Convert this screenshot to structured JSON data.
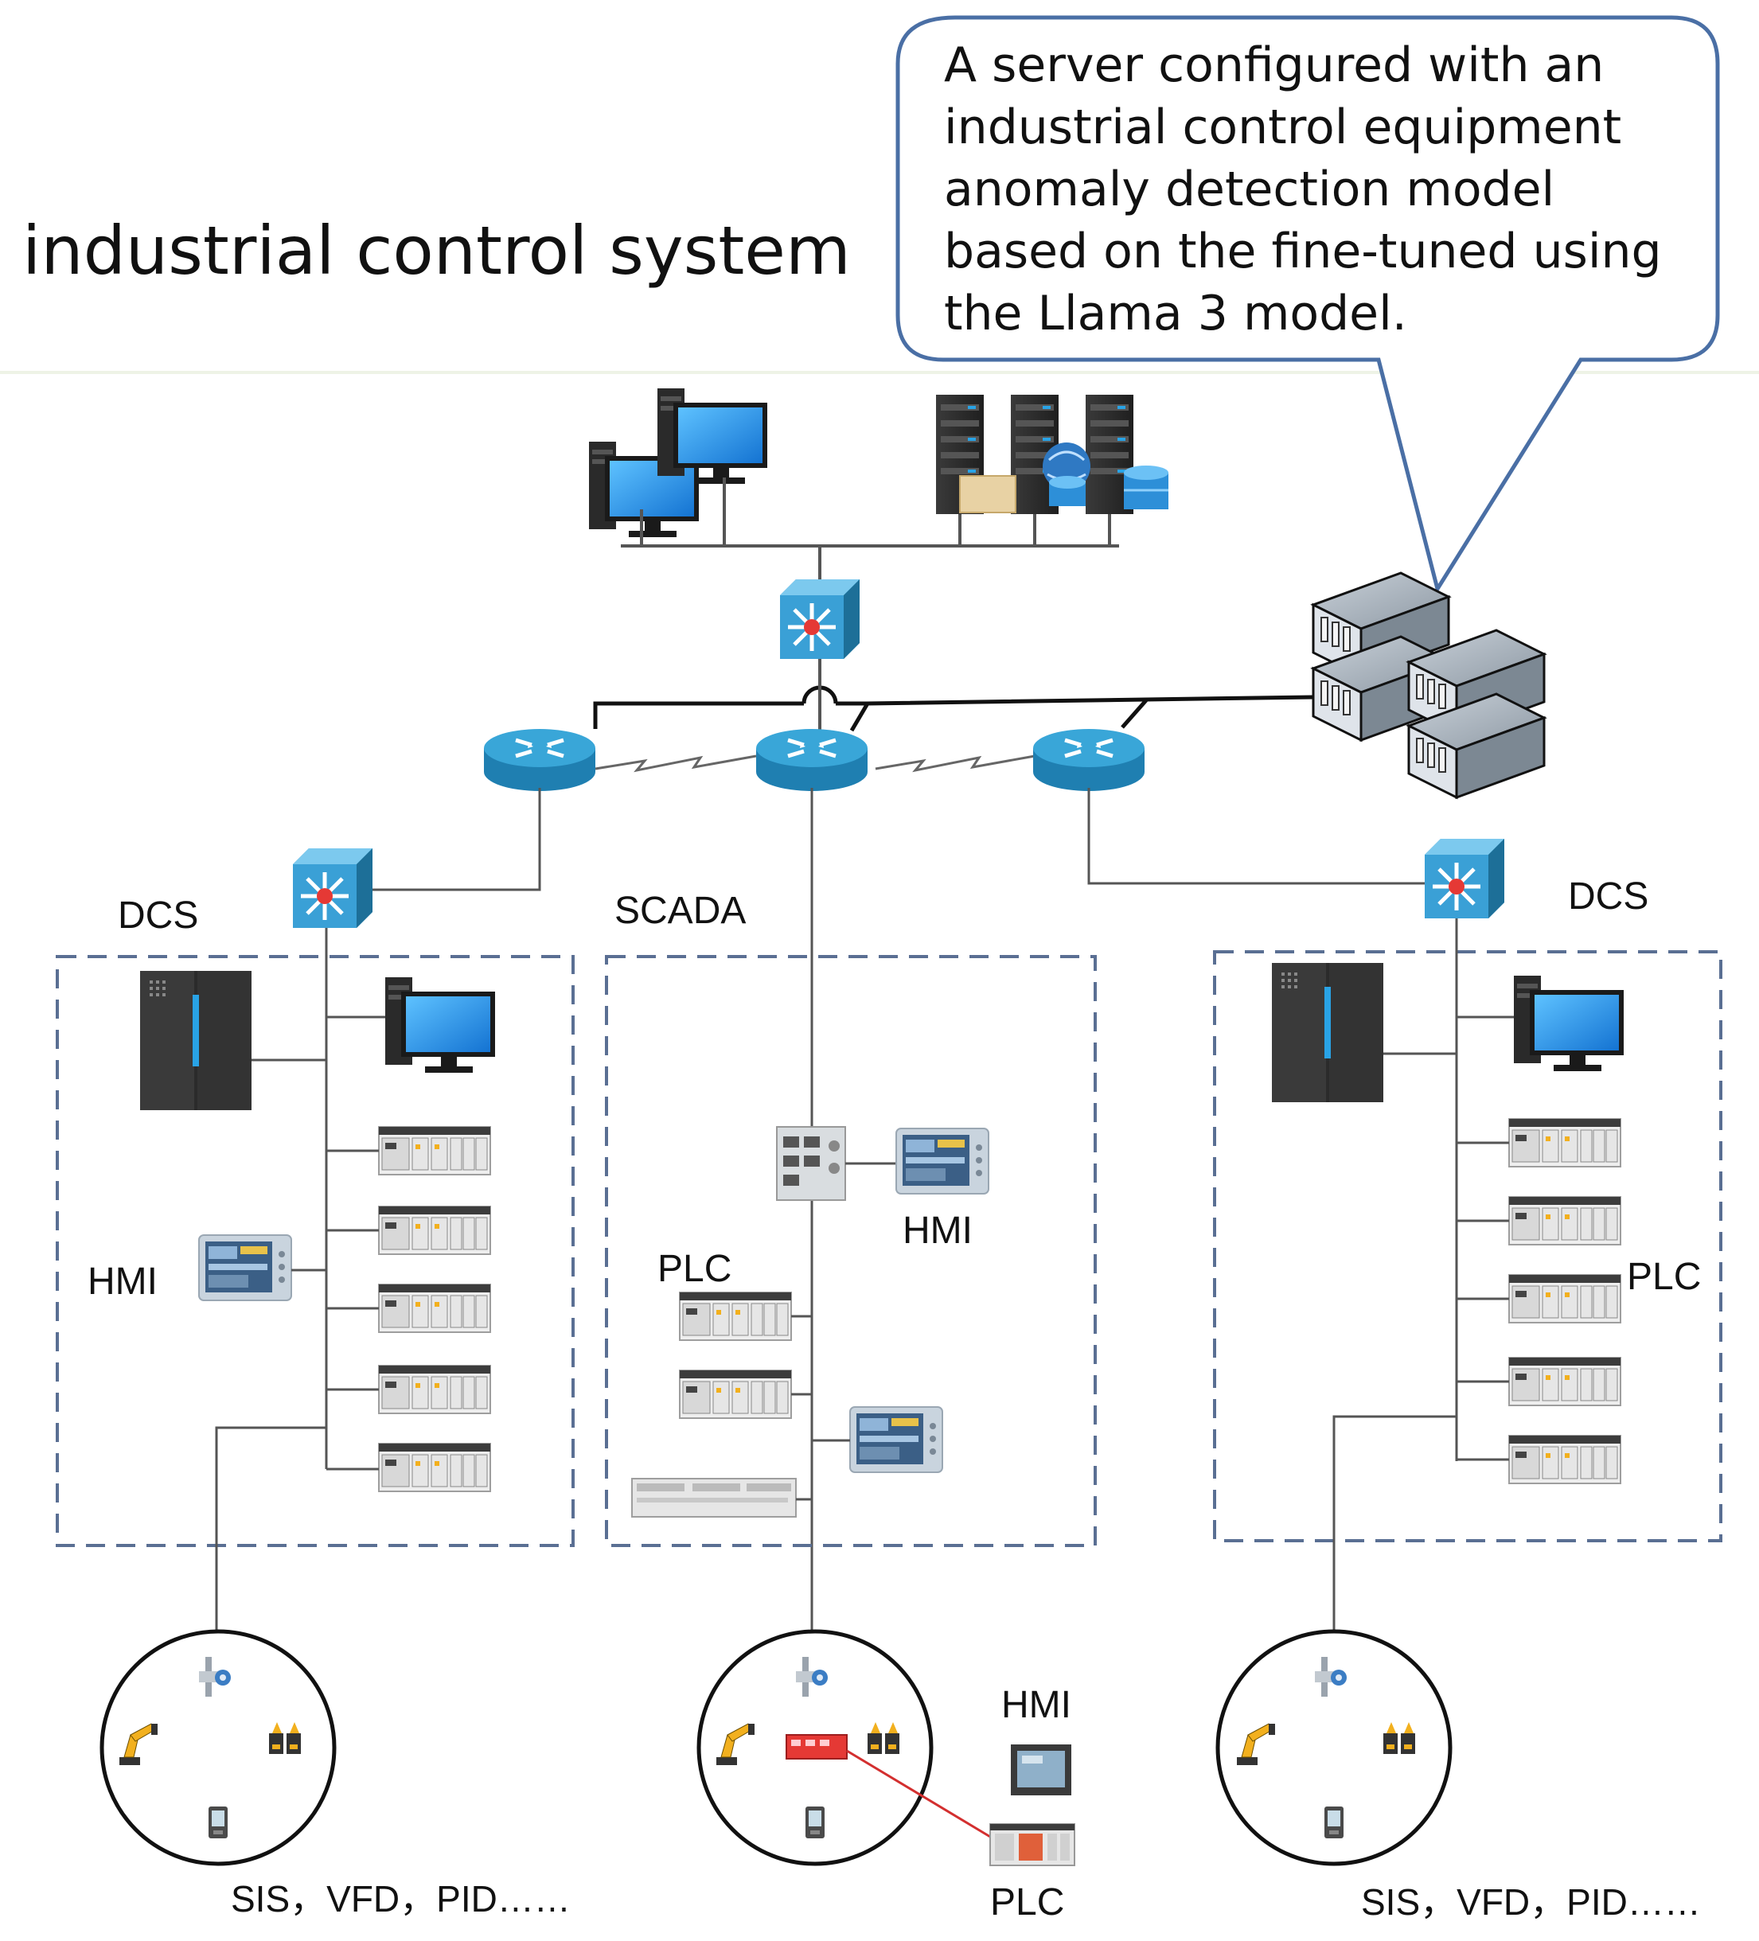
{
  "title": "industrial control system",
  "callout": {
    "lines": [
      "A server configured with an",
      "industrial control equipment",
      "anomaly detection model",
      "based on the fine-tuned using",
      "the Llama 3 model."
    ]
  },
  "zones": {
    "left": {
      "label": "DCS",
      "hmi_label": "HMI",
      "field_label": "SIS，VFD，PID……"
    },
    "middle": {
      "label": "SCADA",
      "hmi_label": "HMI",
      "plc_label": "PLC",
      "field_hmi_label": "HMI",
      "field_plc_label": "PLC"
    },
    "right": {
      "label": "DCS",
      "plc_label": "PLC",
      "field_label": "SIS，VFD，PID……"
    }
  },
  "icons": [
    "workstation-icon",
    "server-rack-icon",
    "core-switch-icon",
    "router-icon",
    "anomaly-server-icon",
    "plc-module-icon",
    "hmi-panel-icon",
    "dcs-cabinet-icon",
    "robot-arm-icon",
    "flow-meter-icon"
  ],
  "colors": {
    "frame": "#5a6f93",
    "router": "#2f97c9",
    "switch": "#3aa0d6",
    "callout_border": "#4a6fa5",
    "screen": "#1e88e5"
  }
}
